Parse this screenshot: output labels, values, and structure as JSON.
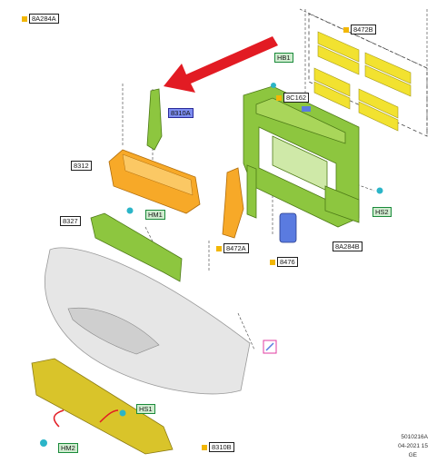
{
  "callouts": {
    "c8A284A_top": "8A284A",
    "c8472B": "8472B",
    "cHB1": "HB1",
    "c8C162": "8C162",
    "c8310A": "8310A",
    "c8312": "8312",
    "cHM1": "HM1",
    "c8327": "8327",
    "c8472A": "8472A",
    "c8476": "8476",
    "cHS2": "HS2",
    "c8A284B": "8A284B",
    "cHS1": "HS1",
    "cHM2": "HM2",
    "c8310B": "8310B"
  },
  "footer": {
    "doc_id": "5010216A",
    "date": "04-2021 15",
    "region": "GE"
  },
  "colors": {
    "frame_green": "#8dc63f",
    "deflector_orange": "#f7a928",
    "grille_yellow": "#f2e230",
    "bumper_gray": "#e6e6e6",
    "arrow_red": "#e21b23",
    "clip_blue": "#5a7be0",
    "clip_teal": "#2bb5c8"
  }
}
